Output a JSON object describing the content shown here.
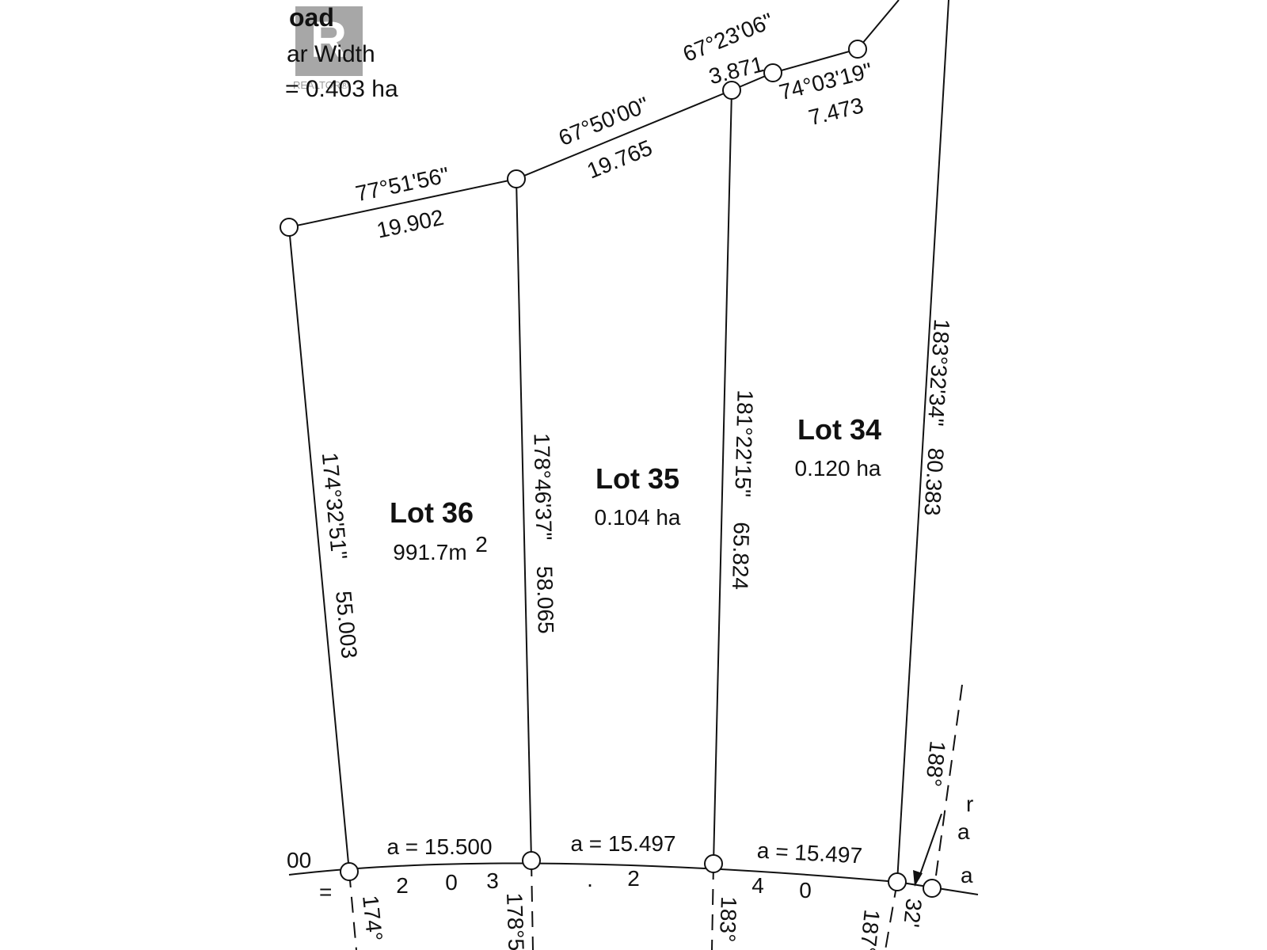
{
  "header": {
    "road_fragment": "oad",
    "width_fragment": "ar Width",
    "area_fragment": "= 0.403 ha",
    "watermark": "REALTOR®",
    "logo_letter": "R"
  },
  "lots": [
    {
      "name": "Lot 36",
      "area": "991.7m",
      "area_sup": "2"
    },
    {
      "name": "Lot 35",
      "area": "0.104 ha"
    },
    {
      "name": "Lot 34",
      "area": "0.120 ha"
    }
  ],
  "frontage": [
    {
      "bearing": "77°51'56\"",
      "distance": "19.902"
    },
    {
      "bearing": "67°50'00\"",
      "distance": "19.765"
    },
    {
      "bearing": "67°23'06\"",
      "distance": "3.871"
    },
    {
      "bearing": "74°03'19\"",
      "distance": "7.473"
    }
  ],
  "sidelines": [
    {
      "bearing": "174°32'51\"",
      "distance": "55.003"
    },
    {
      "bearing": "178°46'37\"",
      "distance": "58.065"
    },
    {
      "bearing": "181°22'15\"",
      "distance": "65.824"
    },
    {
      "bearing": "183°32'34\"",
      "distance": "80.383"
    }
  ],
  "arcs": [
    "a = 15.500",
    "a = 15.497",
    "a = 15.497"
  ],
  "radius_digits": [
    "2",
    "0",
    "3",
    ".",
    "2",
    "4",
    "0"
  ],
  "bottom_fragments": {
    "left_00": "00",
    "equals": "=",
    "b_174": "174°",
    "b_178": "178°5",
    "b_183": "183°",
    "b_187": "187°",
    "b_32": "32'",
    "b_188": "188°",
    "r_letter": "r",
    "a1": "a",
    "a2": "a"
  }
}
